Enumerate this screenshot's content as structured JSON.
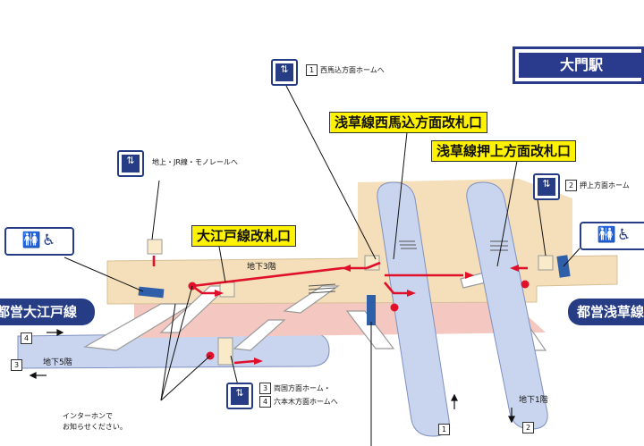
{
  "station_name": "大門駅",
  "gates": {
    "oedo": "大江戸線改札口",
    "asakusa_nishimagome": "浅草線西馬込方面改札口",
    "asakusa_oshiage": "浅草線押上方面改札口"
  },
  "lines": {
    "oedo": "都営大江戸線",
    "asakusa": "都営浅草線"
  },
  "floors": {
    "b3": "地下3階",
    "b5": "地下5階",
    "b1": "地下1階"
  },
  "elevators": {
    "nishimagome": {
      "num": "1",
      "text": "西馬込方面ホームへ"
    },
    "ground": {
      "text": "地上・JR線・モノレールへ"
    },
    "oshiage": {
      "num": "2",
      "text": "押上方面ホーム"
    },
    "ryogoku": {
      "num": "3",
      "text": "両国方面ホーム・"
    },
    "roppongi": {
      "num": "4",
      "text": "六本木方面ホームへ"
    }
  },
  "intercom": [
    "インターホンで",
    "お知らせください。"
  ],
  "platform_markers": {
    "oedo_upper": "4",
    "oedo_lower": "3",
    "asakusa_left": "1",
    "asakusa_right": "2"
  },
  "icons": {
    "elevator": "elevator-icon",
    "restroom": "restroom-icon",
    "wheelchair": "wheelchair-icon",
    "baby": "baby-icon"
  },
  "colors": {
    "navy": "#263d86",
    "gate_yellow": "#fff200",
    "route_red": "#e0102a",
    "concourse": "#f4dfba",
    "pink": "#f4c8c0",
    "platform_blue": "#c9d5ef"
  }
}
